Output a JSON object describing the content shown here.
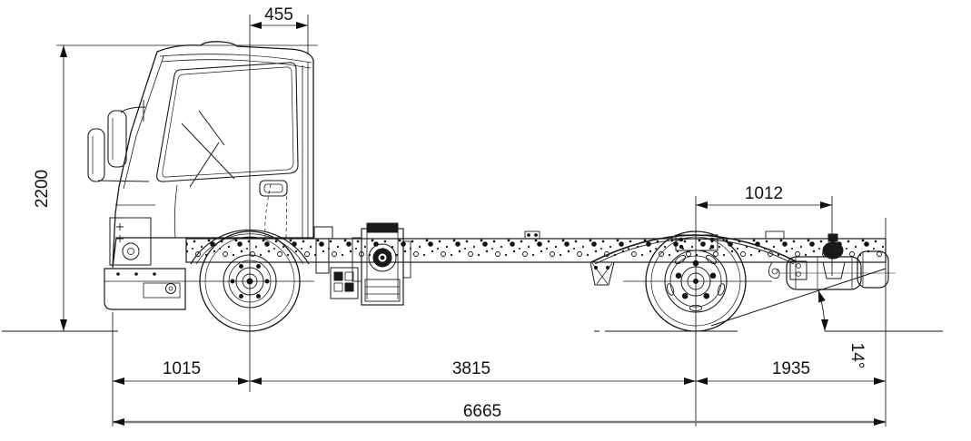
{
  "drawing": {
    "subject": "truck-cab-chassis-side-view",
    "colors": {
      "line": "#1a1a1a",
      "dimension": "#141414",
      "overall_length_line": "#7a7a7a",
      "background": "#ffffff"
    }
  },
  "dimensions": {
    "front_axle_to_cab_rear": "455",
    "overall_height": "2200",
    "rear_axle_to_tank_bracket": "1012",
    "front_overhang": "1015",
    "wheelbase": "3815",
    "rear_overhang": "1935",
    "overall_length": "6665",
    "departure_angle": "14°"
  }
}
